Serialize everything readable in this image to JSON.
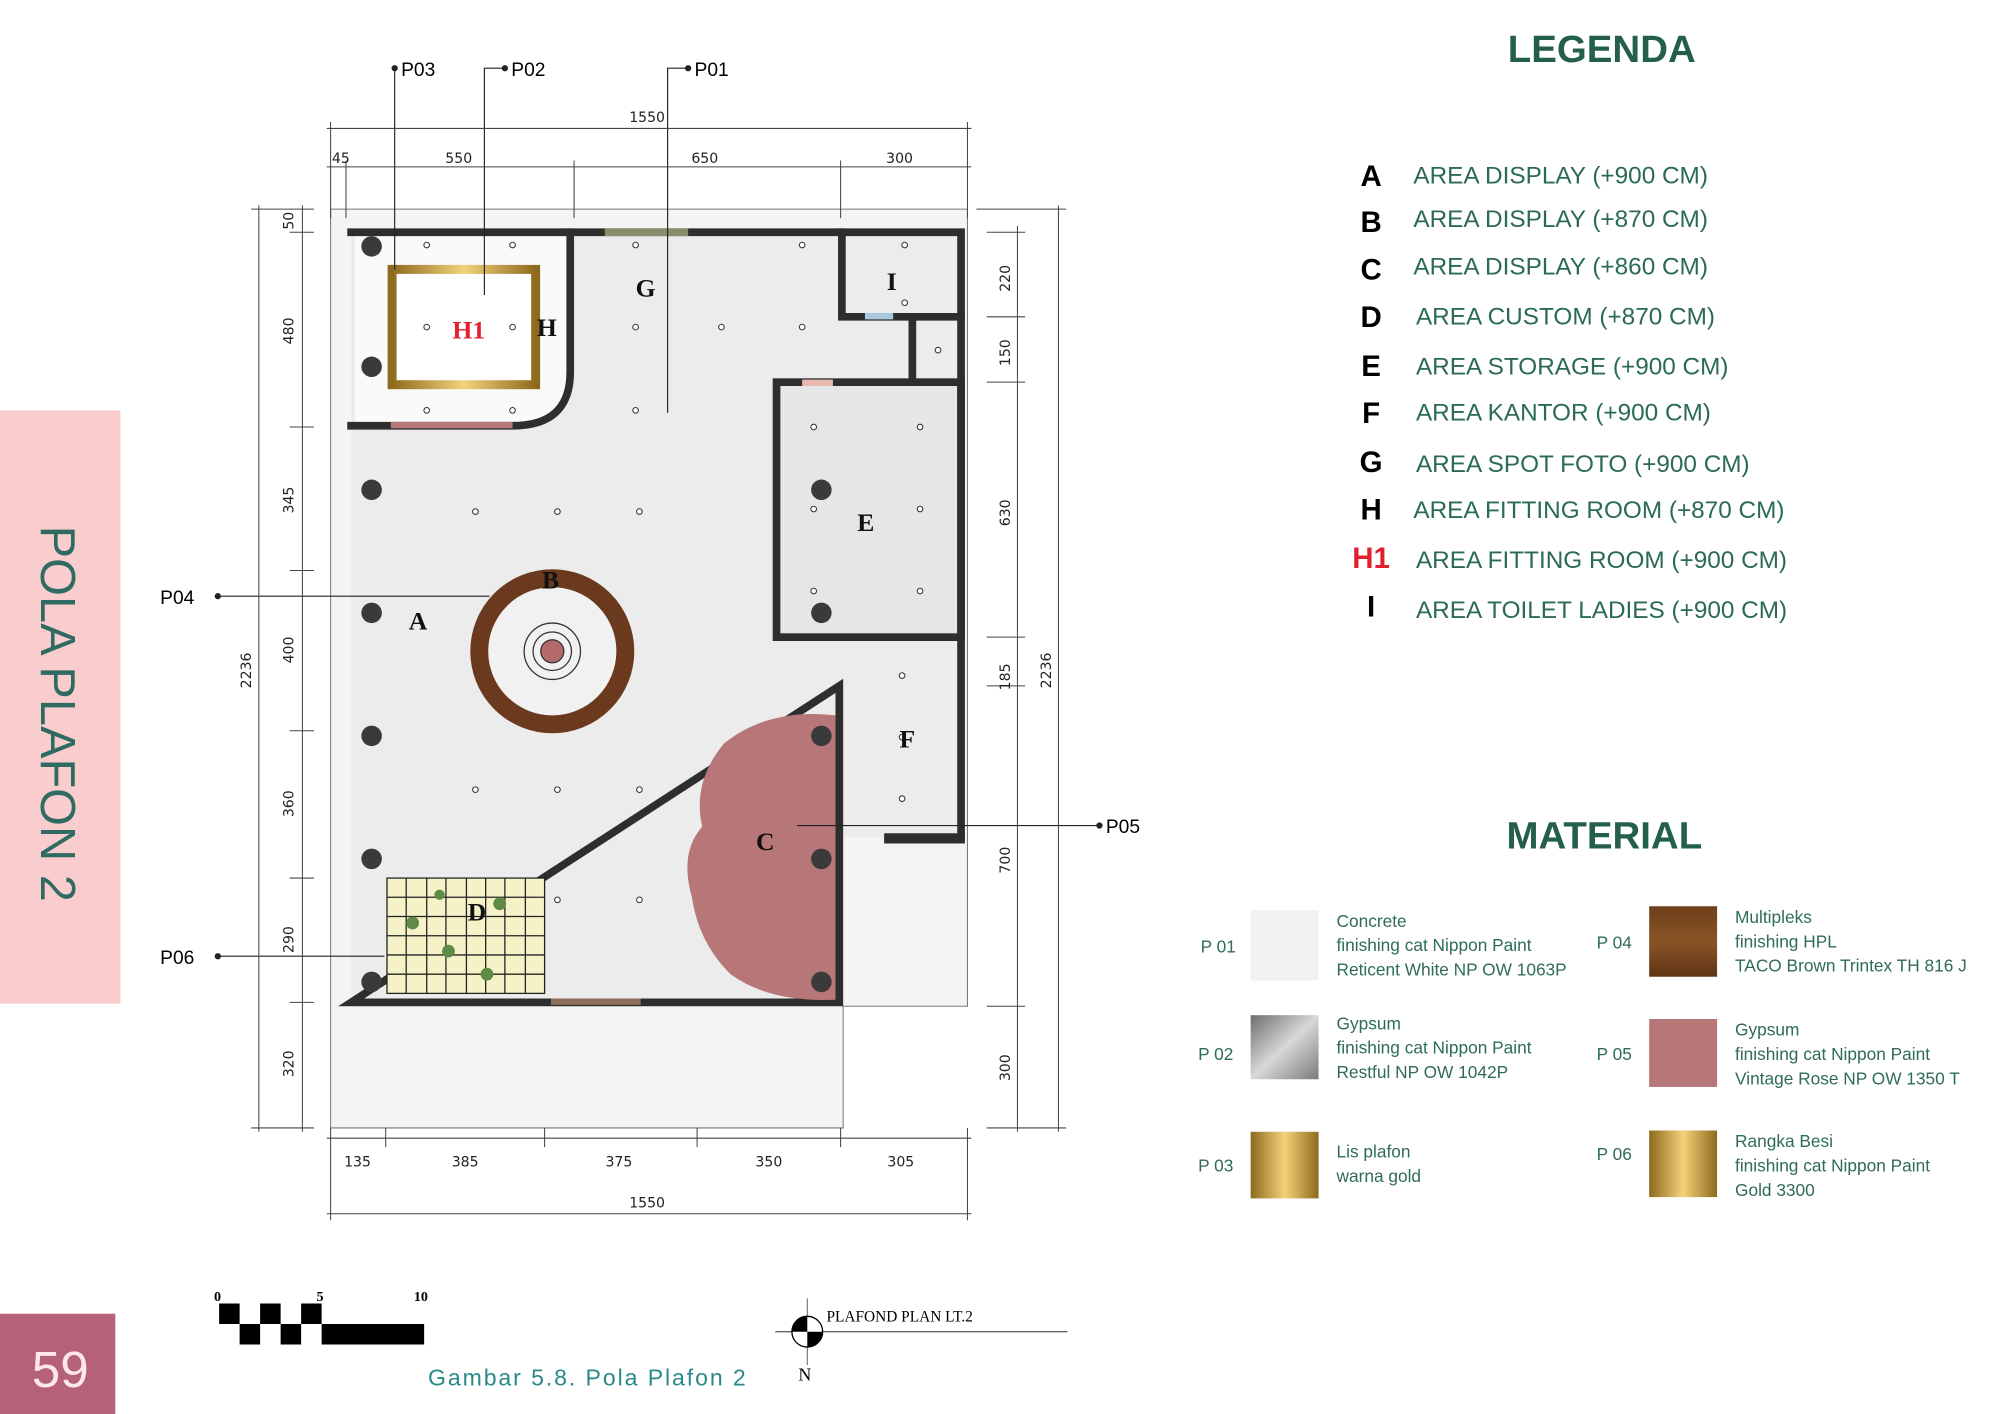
{
  "side_label": "POLA PLAFON 2",
  "page_number": "59",
  "caption": "Gambar 5.8. Pola Plafon 2",
  "plan_title": "PLAFOND PLAN  LT.2",
  "north": "N",
  "scale_bar": {
    "labels": [
      "0",
      "5",
      "10"
    ]
  },
  "pointers": {
    "p01": "P01",
    "p02": "P02",
    "p03": "P03",
    "p04": "P04",
    "p05": "P05",
    "p06": "P06"
  },
  "rooms": {
    "a": "A",
    "b": "B",
    "c": "C",
    "d": "D",
    "e": "E",
    "f": "F",
    "g": "G",
    "h": "H",
    "h1": "H1",
    "i": "I"
  },
  "dimensions": {
    "top_total": "1550",
    "top": [
      "45",
      "550",
      "650",
      "300"
    ],
    "bottom": [
      "135",
      "385",
      "375",
      "350",
      "305"
    ],
    "bottom_total": "1550",
    "left_total": "2236",
    "left": [
      "50",
      "480",
      "345",
      "400",
      "360",
      "290",
      "320"
    ],
    "right": [
      "220",
      "150",
      "630",
      "185",
      "700",
      "300"
    ],
    "right_total": "2236"
  },
  "legend": {
    "title": "LEGENDA",
    "items": [
      {
        "key": "A",
        "label": "AREA DISPLAY  (+900 CM)"
      },
      {
        "key": "B",
        "label": "AREA DISPLAY (+870 CM)"
      },
      {
        "key": "C",
        "label": "AREA DISPLAY (+860 CM)"
      },
      {
        "key": "D",
        "label": "AREA CUSTOM (+870 CM)"
      },
      {
        "key": "E",
        "label": "AREA STORAGE (+900 CM)"
      },
      {
        "key": "F",
        "label": "AREA KANTOR (+900 CM)"
      },
      {
        "key": "G",
        "label": "AREA SPOT FOTO (+900 CM)"
      },
      {
        "key": "H",
        "label": "AREA FITTING ROOM (+870 CM)"
      },
      {
        "key": "H1",
        "label": "AREA FITTING ROOM (+900 CM)"
      },
      {
        "key": "I",
        "label": "AREA TOILET LADIES (+900 CM)"
      }
    ]
  },
  "material": {
    "title": "MATERIAL",
    "items": [
      {
        "code": "P 01",
        "lines": [
          "Concrete",
          "finishing cat Nippon Paint",
          "Reticent White NP OW 1063P"
        ],
        "color": "#f2f2f2"
      },
      {
        "code": "P 02",
        "lines": [
          "Gypsum",
          "finishing cat Nippon Paint",
          "Restful NP OW 1042P"
        ],
        "color": "#9a9a9a"
      },
      {
        "code": "P 03",
        "lines": [
          "Lis plafon",
          "warna gold"
        ],
        "color": "#c9a13a"
      },
      {
        "code": "P 04",
        "lines": [
          "Multipleks",
          "finishing HPL",
          "TACO Brown Trintex TH 816 J"
        ],
        "color": "#7a4a22"
      },
      {
        "code": "P 05",
        "lines": [
          "Gypsum",
          "finishing cat Nippon Paint",
          "Vintage Rose NP OW 1350 T"
        ],
        "color": "#b77678"
      },
      {
        "code": "P 06",
        "lines": [
          "Rangka Besi",
          "finishing cat Nippon Paint",
          "Gold 3300"
        ],
        "color": "#c9a13a"
      }
    ]
  },
  "colors": {
    "accent_green": "#245f4c",
    "side_band": "#f9cdcd",
    "page_box": "#b5617a",
    "h1_red": "#e0202e"
  }
}
